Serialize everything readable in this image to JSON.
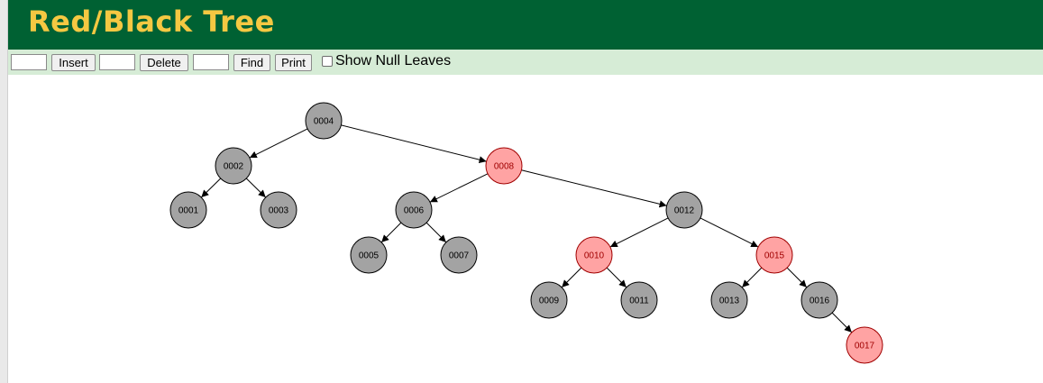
{
  "header": {
    "title": "Red/Black Tree"
  },
  "toolbar": {
    "insert_value": "",
    "insert_label": "Insert",
    "delete_value": "",
    "delete_label": "Delete",
    "find_value": "",
    "find_label": "Find",
    "print_label": "Print",
    "show_null_leaves_label": "Show Null Leaves",
    "show_null_leaves_checked": false
  },
  "colors": {
    "header_bg": "#006133",
    "title": "#f5c842",
    "toolbar_bg": "#d6ecd6",
    "black_node_fill": "#a3a3a3",
    "red_node_fill": "#ffa3a3",
    "red_node_stroke": "#a00000",
    "red_node_text": "#a00000"
  },
  "tree": {
    "nodes": [
      {
        "key": "0004",
        "color": "black"
      },
      {
        "key": "0002",
        "color": "black"
      },
      {
        "key": "0008",
        "color": "red"
      },
      {
        "key": "0001",
        "color": "black"
      },
      {
        "key": "0003",
        "color": "black"
      },
      {
        "key": "0006",
        "color": "black"
      },
      {
        "key": "0012",
        "color": "black"
      },
      {
        "key": "0005",
        "color": "black"
      },
      {
        "key": "0007",
        "color": "black"
      },
      {
        "key": "0010",
        "color": "red"
      },
      {
        "key": "0015",
        "color": "red"
      },
      {
        "key": "0009",
        "color": "black"
      },
      {
        "key": "0011",
        "color": "black"
      },
      {
        "key": "0013",
        "color": "black"
      },
      {
        "key": "0016",
        "color": "black"
      },
      {
        "key": "0017",
        "color": "red"
      }
    ],
    "edges": [
      [
        "0004",
        "0002"
      ],
      [
        "0004",
        "0008"
      ],
      [
        "0002",
        "0001"
      ],
      [
        "0002",
        "0003"
      ],
      [
        "0008",
        "0006"
      ],
      [
        "0008",
        "0012"
      ],
      [
        "0006",
        "0005"
      ],
      [
        "0006",
        "0007"
      ],
      [
        "0012",
        "0010"
      ],
      [
        "0012",
        "0015"
      ],
      [
        "0010",
        "0009"
      ],
      [
        "0010",
        "0011"
      ],
      [
        "0015",
        "0013"
      ],
      [
        "0015",
        "0016"
      ],
      [
        "0016",
        "0017"
      ]
    ]
  }
}
